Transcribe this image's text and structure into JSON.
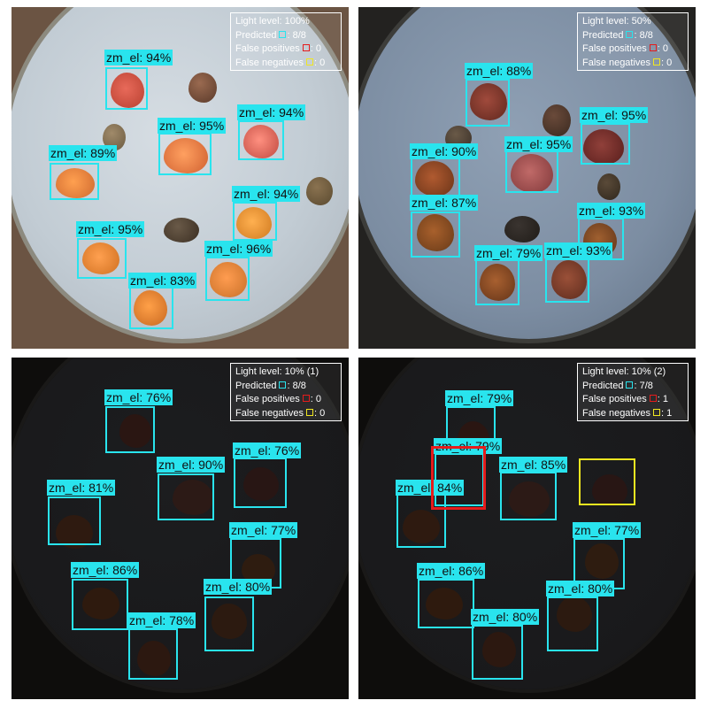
{
  "detection_label": "zm_el",
  "colors": {
    "predicted": "#29e4ee",
    "false_positive": "#e51c1c",
    "false_negative": "#f0e620"
  },
  "legend_text": {
    "predicted": "Predicted",
    "false_positives": "False positives",
    "false_negatives": "False negatives"
  },
  "panels": [
    {
      "light_level": "Light level: 100%",
      "predicted": ": 8/8",
      "false_positives": ": 0",
      "false_negatives": ": 0",
      "labels": [
        "zm_el: 94%",
        "zm_el: 95%",
        "zm_el: 94%",
        "zm_el: 89%",
        "zm_el: 94%",
        "zm_el: 95%",
        "zm_el: 96%",
        "zm_el: 83%"
      ]
    },
    {
      "light_level": "Light level: 50%",
      "predicted": ": 8/8",
      "false_positives": ": 0",
      "false_negatives": ": 0",
      "labels": [
        "zm_el: 88%",
        "zm_el: 95%",
        "zm_el: 95%",
        "zm_el: 90%",
        "zm_el: 87%",
        "zm_el: 93%",
        "zm_el: 79%",
        "zm_el: 93%"
      ]
    },
    {
      "light_level": "Light level: 10% (1)",
      "predicted": ": 8/8",
      "false_positives": ": 0",
      "false_negatives": ": 0",
      "labels": [
        "zm_el: 76%",
        "zm_el: 90%",
        "zm_el: 76%",
        "zm_el: 81%",
        "zm_el: 77%",
        "zm_el: 86%",
        "zm_el: 80%",
        "zm_el: 78%"
      ]
    },
    {
      "light_level": "Light level: 10% (2)",
      "predicted": ": 7/8",
      "false_positives": ": 1",
      "false_negatives": ": 1",
      "labels": [
        "zm_el: 79%",
        "zm_el: 79%",
        "zm_el: 85%",
        "zm_el: 84%",
        "zm_el: 77%",
        "zm_el: 86%",
        "zm_el: 80%",
        "zm_el: 80%"
      ]
    }
  ]
}
